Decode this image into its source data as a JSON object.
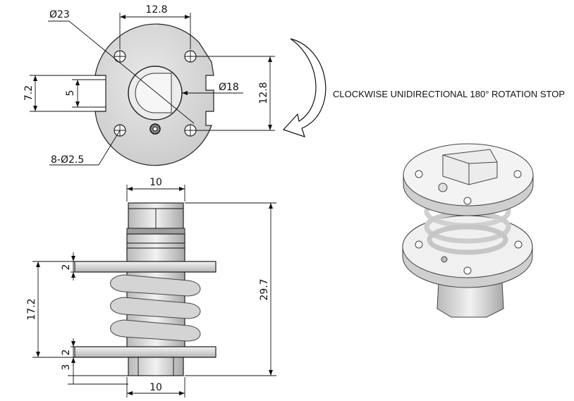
{
  "top_view": {
    "dim_width": "12.8",
    "dim_outer_diameter": "Ø23",
    "dim_height_right": "12.8",
    "dim_slot_height": "7.2",
    "dim_slot_inner": "5",
    "dim_bore": "Ø18",
    "dim_holes": "8-Ø2.5"
  },
  "side_view": {
    "dim_top_width": "10",
    "dim_bottom_width": "10",
    "dim_total_height": "29.7",
    "dim_plate_top": "2",
    "dim_spring_span": "17.2",
    "dim_plate_bottom": "2",
    "dim_base": "3"
  },
  "annotation": {
    "rotation_note": "CLOCKWISE UNIDIRECTIONAL 180° ROTATION STOP"
  },
  "colors": {
    "part_fill": "#d9d9d9",
    "part_dark": "#bdbdbd",
    "spring": "#c8c8c8",
    "line": "#111111"
  }
}
